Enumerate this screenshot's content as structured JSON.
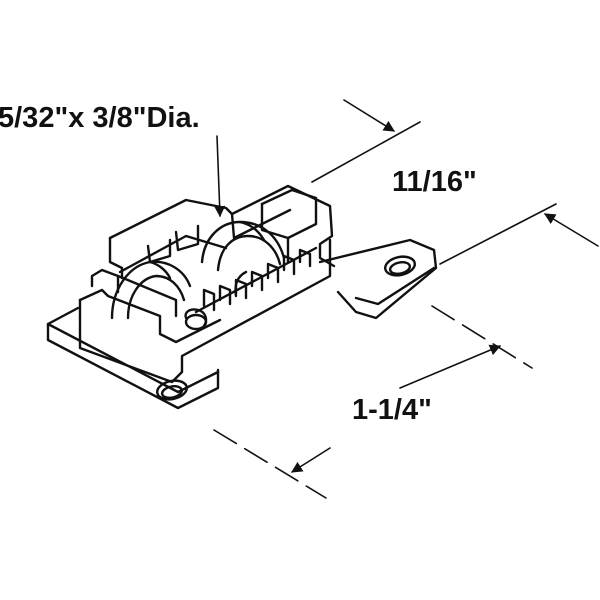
{
  "diagram": {
    "subject": "sliding door roller assembly",
    "labels": {
      "roller_size": "5/32\"x 3/8\"Dia.",
      "height": "11/16\"",
      "hole_spacing": "1-1/4\""
    },
    "colors": {
      "line": "#111111",
      "background": "#ffffff"
    }
  }
}
